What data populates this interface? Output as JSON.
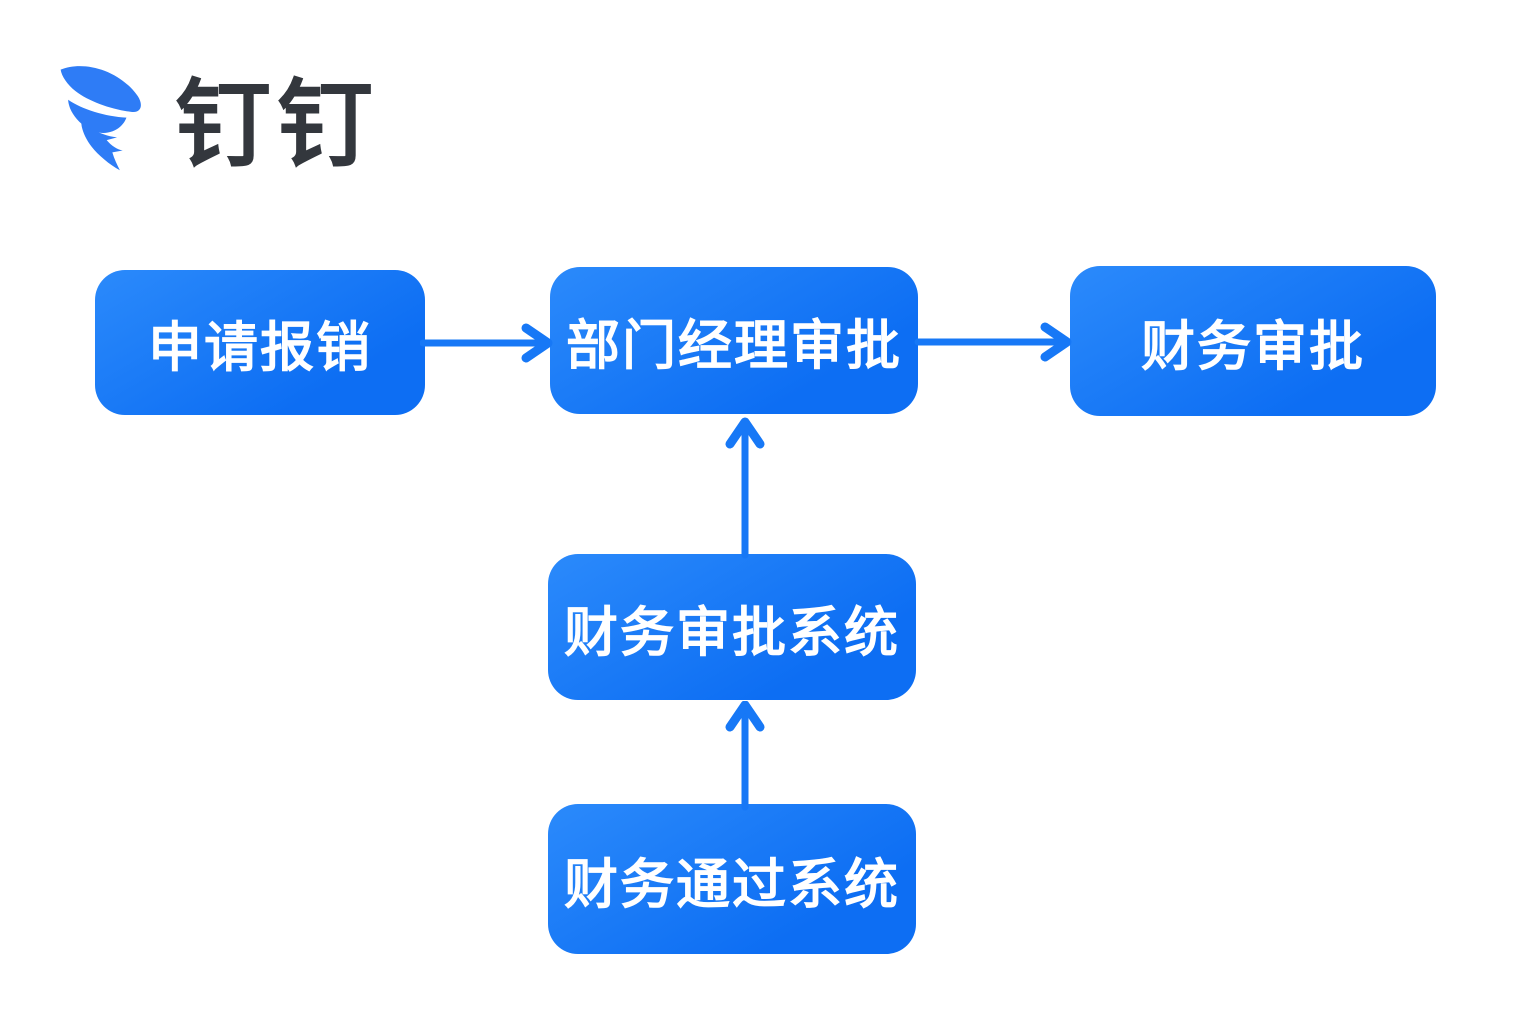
{
  "logo": {
    "brand": "钉钉",
    "icon": "dingtalk-wing-icon"
  },
  "colors": {
    "background": "#ffffff",
    "node_blue_start": "#2b8afb",
    "node_blue_end": "#0d6ef3",
    "node_text": "#ffffff",
    "arrow": "#1778f6",
    "logo_blue": "#2e7cf6",
    "logo_text": "#33373d"
  },
  "flowchart": {
    "nodes": [
      {
        "id": "apply",
        "label": "申请报销"
      },
      {
        "id": "manager",
        "label": "部门经理审批"
      },
      {
        "id": "finance",
        "label": "财务审批"
      },
      {
        "id": "finance_system",
        "label": "财务审批系统"
      },
      {
        "id": "finance_pass",
        "label": "财务通过系统"
      }
    ],
    "edges": [
      {
        "from": "apply",
        "to": "manager",
        "direction": "right"
      },
      {
        "from": "manager",
        "to": "finance",
        "direction": "right"
      },
      {
        "from": "finance_system",
        "to": "manager",
        "direction": "up"
      },
      {
        "from": "finance_pass",
        "to": "finance_system",
        "direction": "up"
      }
    ]
  }
}
